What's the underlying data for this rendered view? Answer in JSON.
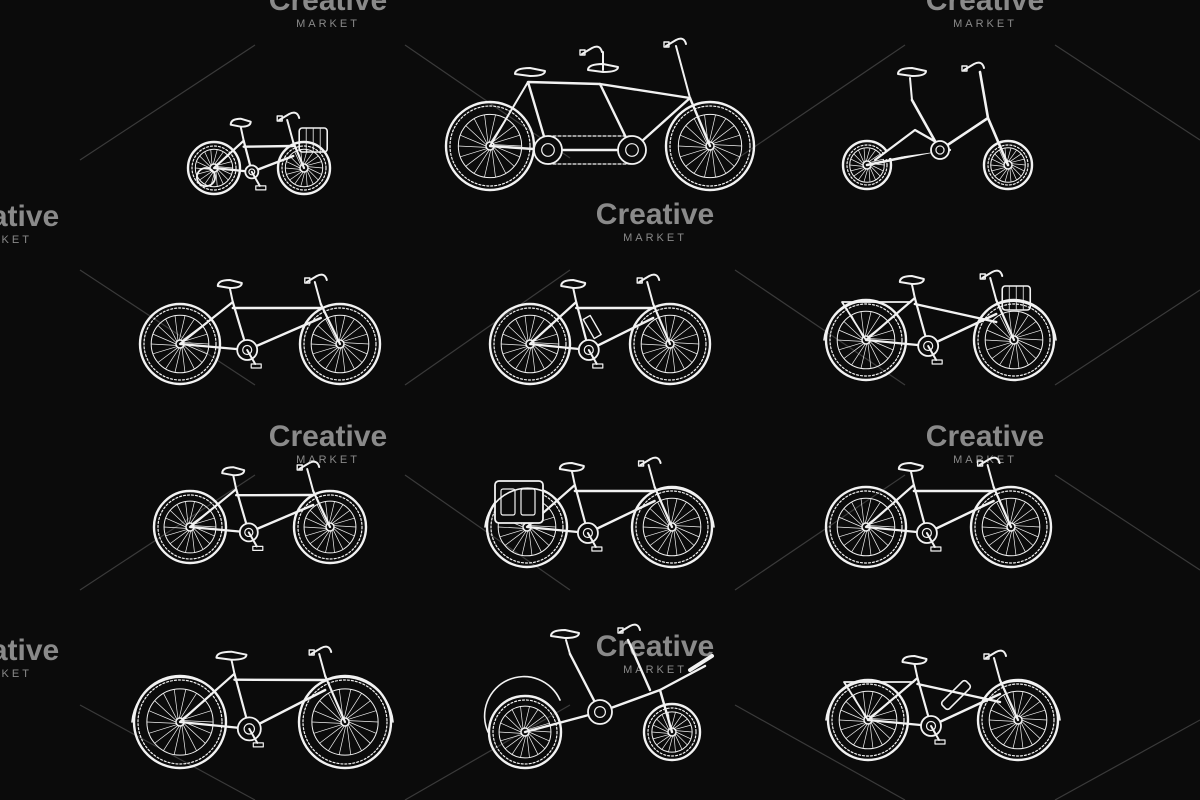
{
  "watermark": {
    "brand": "Creative",
    "sub": "MARKET",
    "color": "#8a8a8a"
  },
  "colors": {
    "background": "#0b0b0b",
    "line": "#f2f2f2",
    "diagonal": "#3a3a3a"
  },
  "bikes": [
    {
      "kind": "kids-bike-training-wheels-basket",
      "icon": "kids-bike-icon"
    },
    {
      "kind": "tandem-bike",
      "icon": "tandem-bike-icon"
    },
    {
      "kind": "folding-bike",
      "icon": "folding-bike-icon"
    },
    {
      "kind": "mountain-bike-hardtail",
      "icon": "mountain-bike-icon"
    },
    {
      "kind": "mountain-bike-full-suspension",
      "icon": "full-suspension-bike-icon"
    },
    {
      "kind": "city-bike-basket-rack",
      "icon": "city-bike-icon"
    },
    {
      "kind": "bmx-bike",
      "icon": "bmx-bike-icon"
    },
    {
      "kind": "touring-bike-panniers",
      "icon": "touring-bike-icon"
    },
    {
      "kind": "road-bike-drop-bars",
      "icon": "road-bike-icon"
    },
    {
      "kind": "cruiser-bike",
      "icon": "cruiser-bike-icon"
    },
    {
      "kind": "trailer-bike",
      "icon": "trailer-bike-icon"
    },
    {
      "kind": "electric-city-bike",
      "icon": "electric-bike-icon"
    }
  ]
}
